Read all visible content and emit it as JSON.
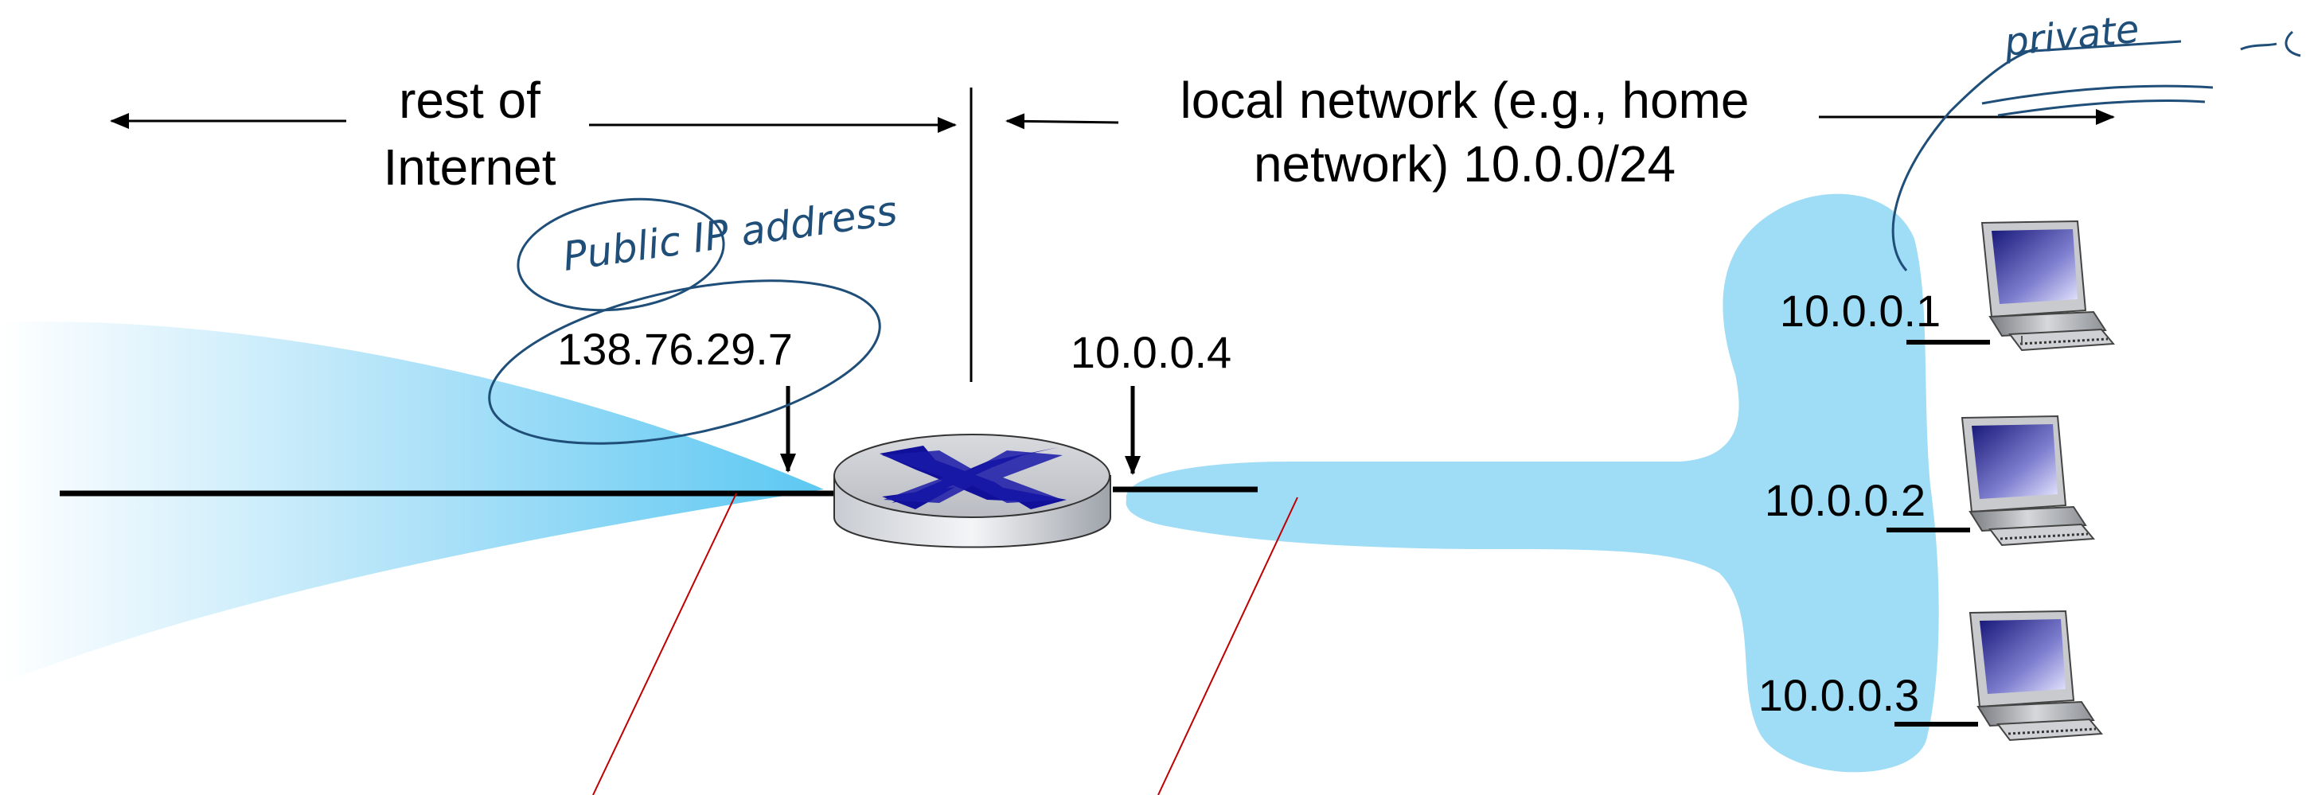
{
  "labels": {
    "rest_of_internet_line1": "rest of",
    "rest_of_internet_line2": "Internet",
    "local_network_line1": "local network (e.g., home",
    "local_network_line2": "network) 10.0.0/24",
    "public_address": "138.76.29.7",
    "router_local_address": "10.0.0.4",
    "host1_address": "10.0.0.1",
    "host2_address": "10.0.0.2",
    "host3_address": "10.0.0.3"
  },
  "annotations": {
    "handwritten_public": "Public IP address",
    "handwritten_private": "private"
  },
  "colors": {
    "cloud": "#9fdcf5",
    "ink": "#1f4e79",
    "red_line": "#c00000",
    "router_blue": "#10109a"
  }
}
